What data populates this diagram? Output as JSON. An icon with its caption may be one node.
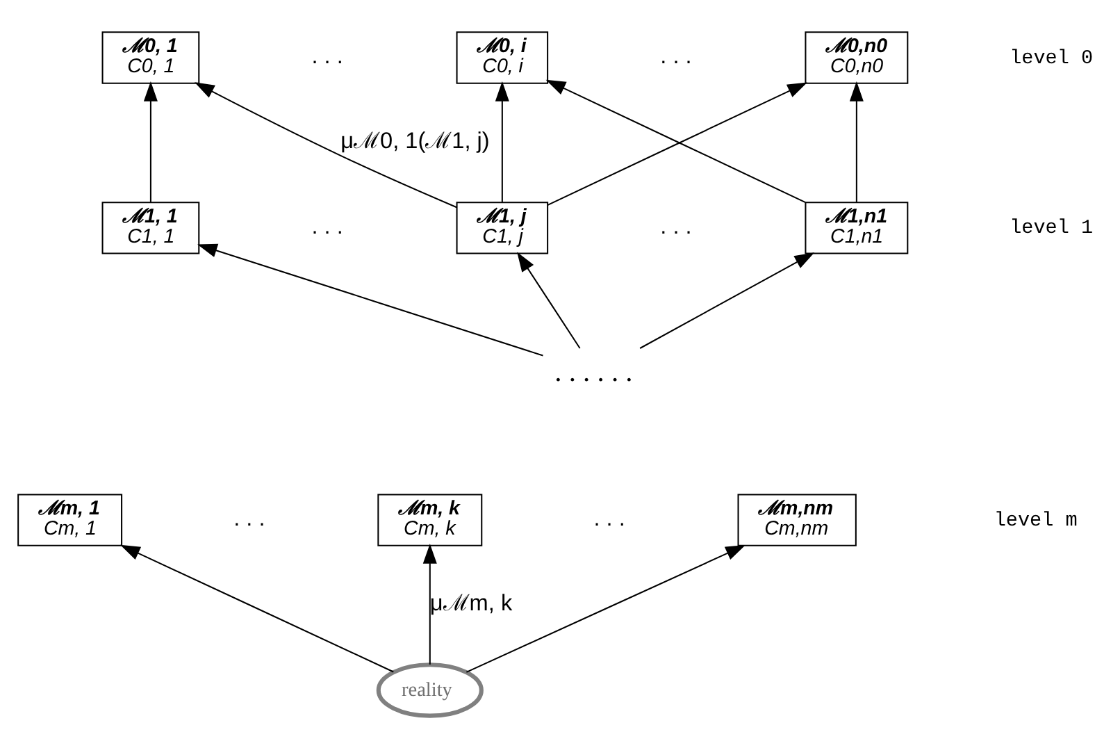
{
  "diagram": {
    "nodes": [
      {
        "text": [
          "ℳ0, 1",
          "C0, 1"
        ]
      },
      {
        "text": [
          "ℳ0, i",
          "C0, i"
        ]
      },
      {
        "text": [
          "ℳ0,n0",
          "C0,n0"
        ]
      },
      {
        "text": [
          "ℳ1, 1",
          "C1, 1"
        ]
      },
      {
        "text": [
          "ℳ1, j",
          "C1, j"
        ]
      },
      {
        "text": [
          "ℳ1,n1",
          "C1,n1"
        ]
      },
      {
        "text": [
          ". . . . . ."
        ]
      },
      {
        "text": [
          "ℳm, 1",
          "Cm, 1"
        ]
      },
      {
        "text": [
          "ℳm, k",
          "Cm, k"
        ]
      },
      {
        "text": [
          "ℳm,nm",
          "Cm,nm"
        ]
      },
      {
        "text": [
          "reality"
        ]
      }
    ],
    "edges": [
      {
        "from": 3,
        "to": 0,
        "arrow": "to"
      },
      {
        "from": 4,
        "to": 0,
        "arrow": "to",
        "label": "μℳ0, 1(ℳ1, j)"
      },
      {
        "from": 4,
        "to": 1,
        "arrow": "to"
      },
      {
        "from": 4,
        "to": 2,
        "arrow": "to"
      },
      {
        "from": 5,
        "to": 1,
        "arrow": "to"
      },
      {
        "from": 5,
        "to": 2,
        "arrow": "to"
      },
      {
        "from": 6,
        "to": 3,
        "arrow": "to"
      },
      {
        "from": 6,
        "to": 4,
        "arrow": "to"
      },
      {
        "from": 6,
        "to": 5,
        "arrow": "to"
      },
      {
        "from": 10,
        "to": 7,
        "arrow": "to"
      },
      {
        "from": 10,
        "to": 8,
        "arrow": "to",
        "label": "μℳm, k"
      },
      {
        "from": 10,
        "to": 9,
        "arrow": "to"
      }
    ],
    "labels": [
      ". . .",
      ". . .",
      "level 0",
      ". . .",
      ". . .",
      "level 1",
      ". . .",
      ". . .",
      "level m"
    ]
  }
}
